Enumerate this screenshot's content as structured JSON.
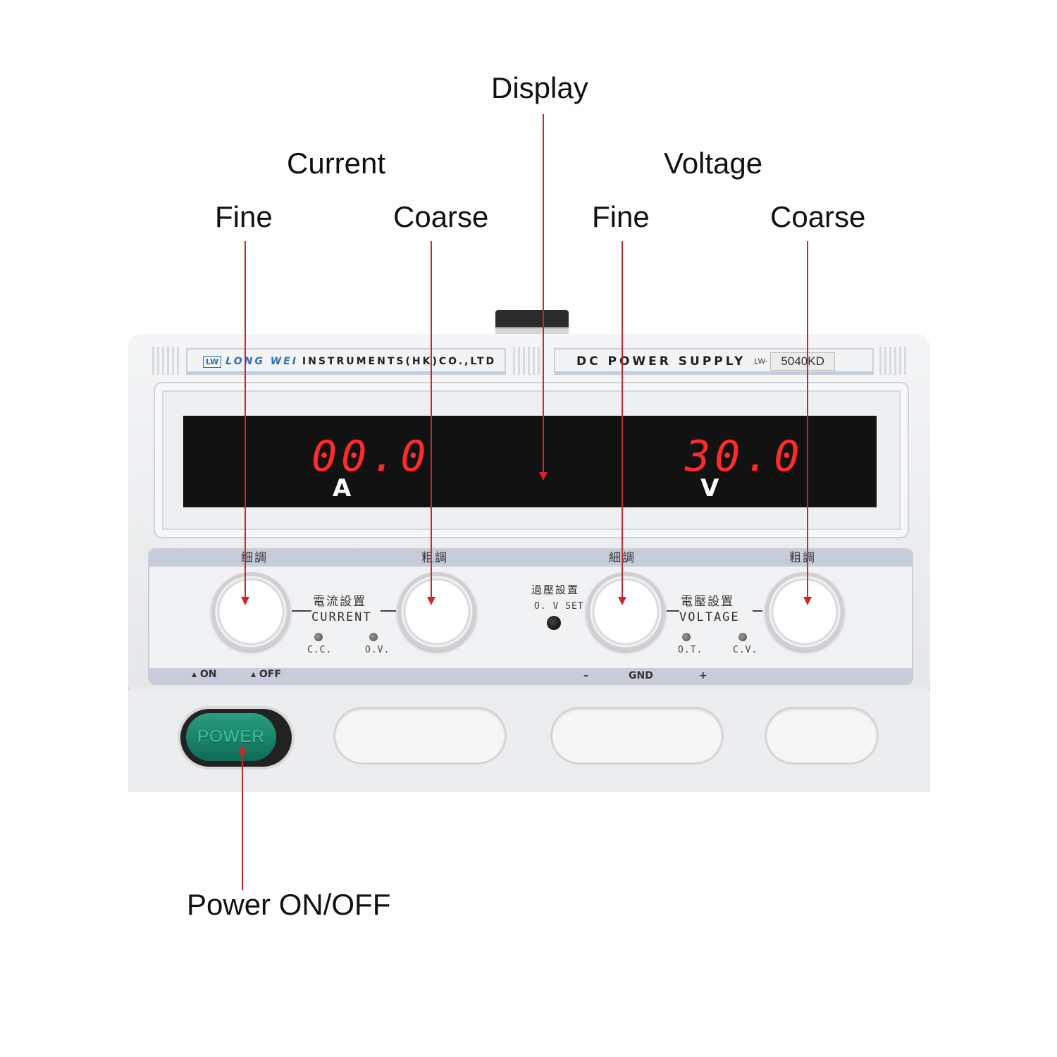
{
  "callouts": {
    "display": "Display",
    "current": "Current",
    "voltage": "Voltage",
    "current_fine": "Fine",
    "current_coarse": "Coarse",
    "voltage_fine": "Fine",
    "voltage_coarse": "Coarse",
    "power": "Power  ON/OFF"
  },
  "nameplate": {
    "logo": "LW",
    "brand": "LONG WEI",
    "maker": "INSTRUMENTS(HK)CO.,LTD",
    "product": "DC POWER SUPPLY",
    "model_prefix": "LW-",
    "model": "5040KD"
  },
  "display": {
    "current_value": "00.0",
    "current_unit": "A",
    "voltage_value": "30.0",
    "voltage_unit": "V"
  },
  "panel": {
    "fine_cjk_1": "細調",
    "coarse_cjk_1": "粗調",
    "fine_cjk_2": "細調",
    "coarse_cjk_2": "粗調",
    "current_cjk": "電流設置",
    "current_label": "CURRENT",
    "voltage_cjk": "電壓設置",
    "voltage_label": "VOLTAGE",
    "ovp_cjk": "過壓設置",
    "ovp_label": "O. V SET",
    "led_cc": "C.C.",
    "led_ov": "O.V.",
    "led_ot": "O.T.",
    "led_cv": "C.V.",
    "on": "ON",
    "off": "OFF",
    "minus": "–",
    "gnd": "GND",
    "plus": "+"
  },
  "power_button": {
    "label": "POWER"
  },
  "colors": {
    "leader": "#d0242a",
    "led_digits": "#ff2b2b",
    "power_button": "#128a6c"
  }
}
